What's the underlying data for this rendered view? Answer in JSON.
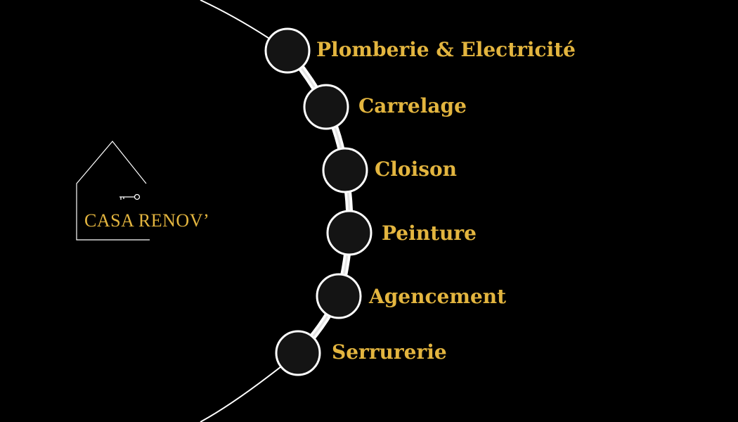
{
  "colors": {
    "background": "#000000",
    "accent": "#e3b53f",
    "line": "#ffffff",
    "node_fill": "#141414"
  },
  "logo": {
    "text": "CASA RENOV’",
    "icons": [
      "house-outline-icon",
      "key-icon"
    ]
  },
  "services": [
    {
      "label": "Plomberie & Electricité"
    },
    {
      "label": "Carrelage"
    },
    {
      "label": "Cloison"
    },
    {
      "label": "Peinture"
    },
    {
      "label": "Agencement"
    },
    {
      "label": "Serrurerie"
    }
  ]
}
